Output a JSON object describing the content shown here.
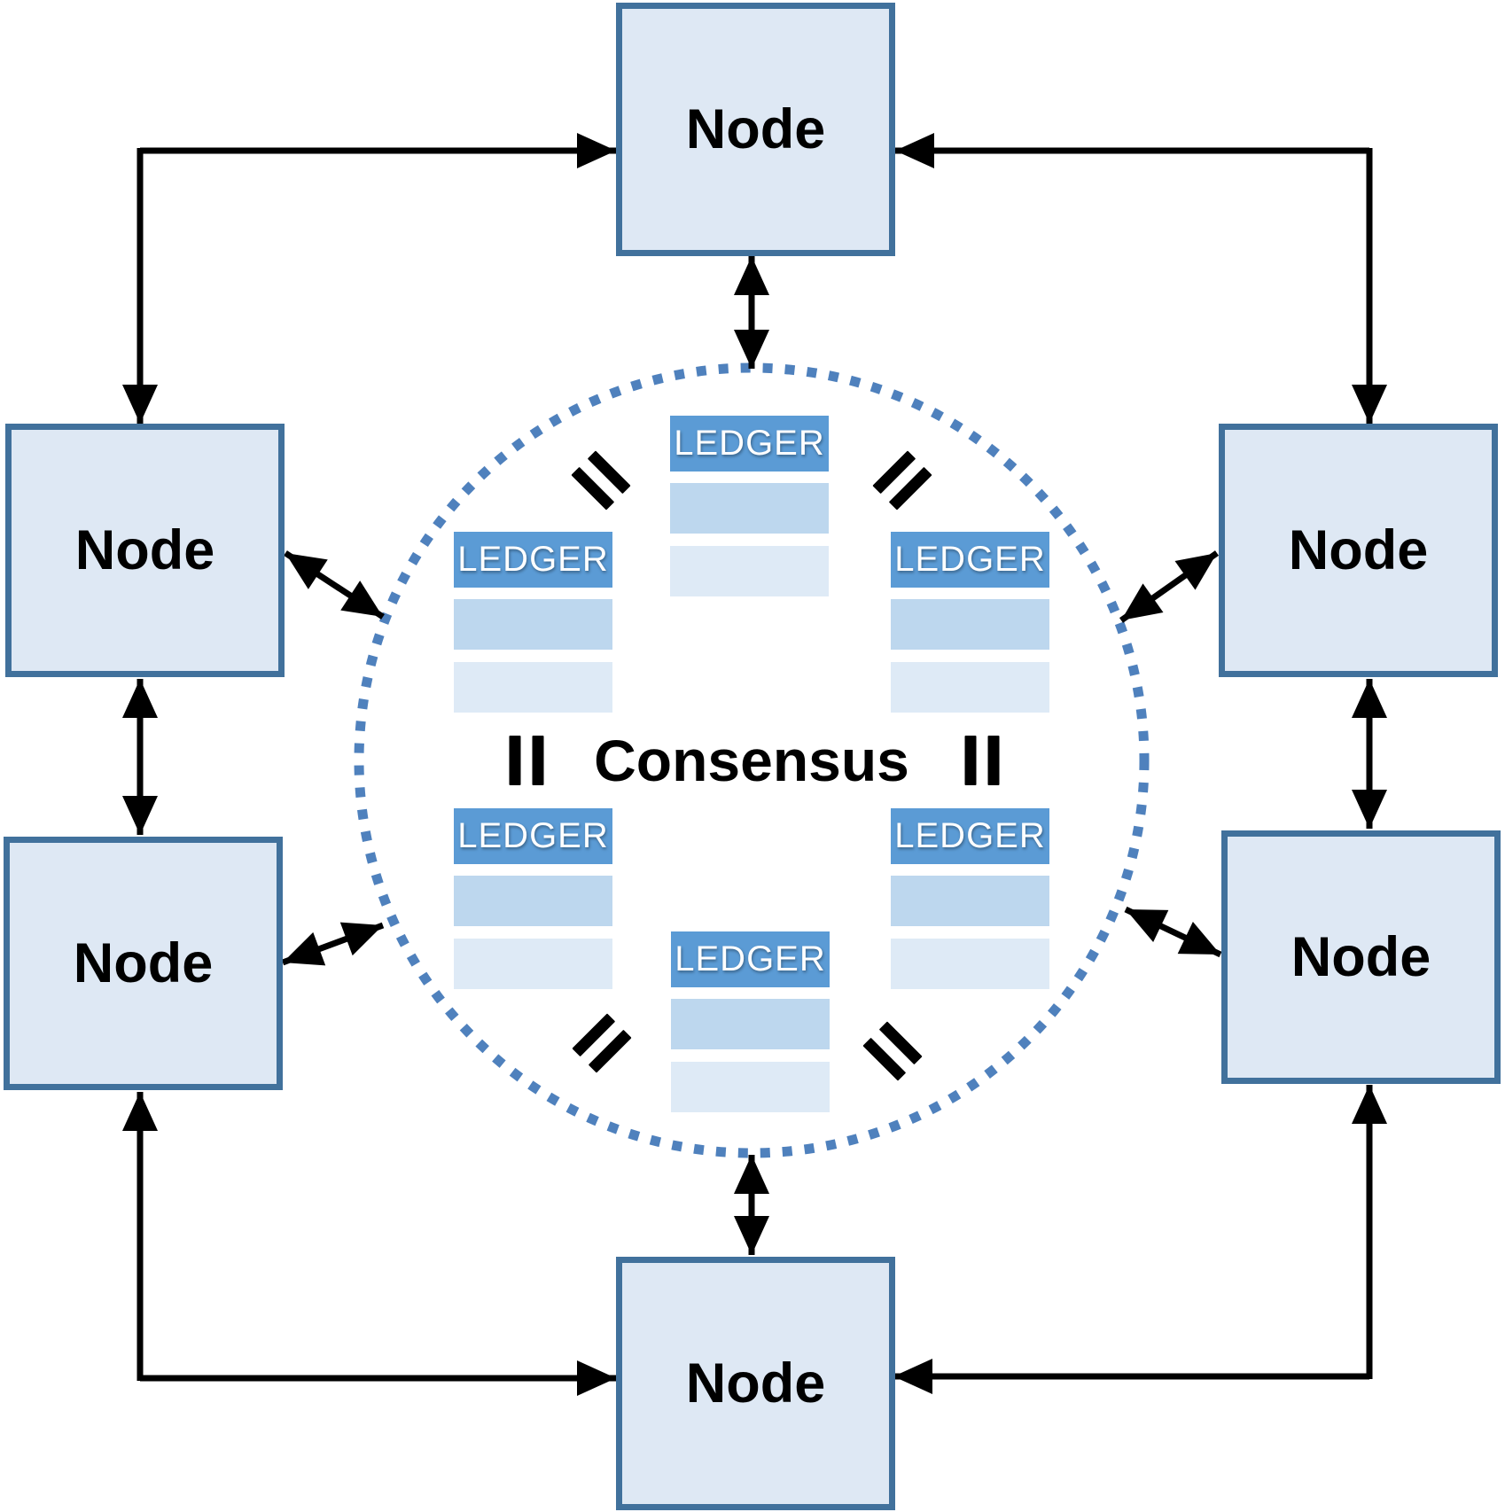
{
  "diagram": {
    "consensus_label": "Consensus",
    "nodes": [
      {
        "id": "top",
        "label": "Node"
      },
      {
        "id": "left-top",
        "label": "Node"
      },
      {
        "id": "left-bottom",
        "label": "Node"
      },
      {
        "id": "right-top",
        "label": "Node"
      },
      {
        "id": "right-bottom",
        "label": "Node"
      },
      {
        "id": "bottom",
        "label": "Node"
      }
    ],
    "ledgers": [
      {
        "id": "top-center",
        "label": "LEDGER"
      },
      {
        "id": "mid-left",
        "label": "LEDGER"
      },
      {
        "id": "mid-right",
        "label": "LEDGER"
      },
      {
        "id": "low-left",
        "label": "LEDGER"
      },
      {
        "id": "low-right",
        "label": "LEDGER"
      },
      {
        "id": "bottom-center",
        "label": "LEDGER"
      }
    ],
    "icons": {
      "equals": "equals-icon",
      "arrows": "double-headed-arrow"
    },
    "colors": {
      "node_fill": "#dee8f4",
      "node_border": "#41719c",
      "ledger_header": "#5b9bd5",
      "ledger_row_medium": "#bdd7ee",
      "ledger_row_light": "#deeaf6",
      "circle_dots": "#4f81bd",
      "arrow": "#000000",
      "text": "#000000"
    }
  }
}
